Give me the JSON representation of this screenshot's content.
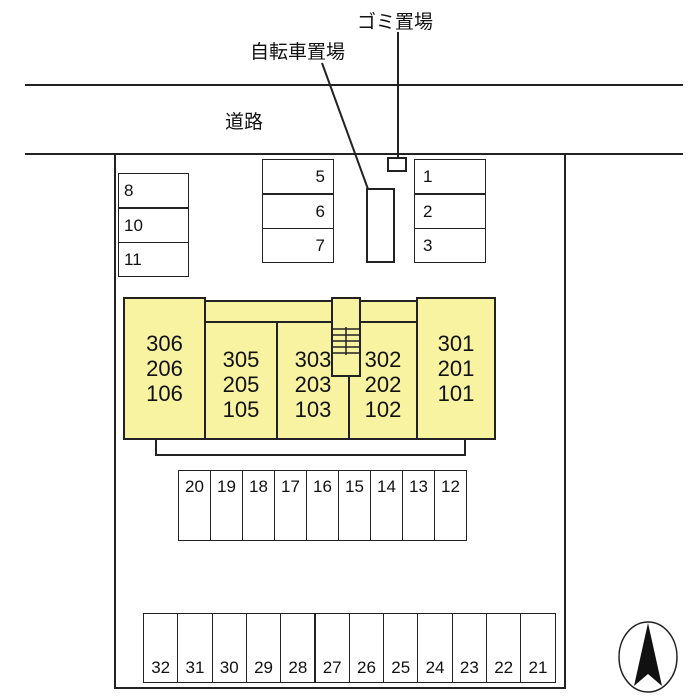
{
  "labels": {
    "garbage": "ゴミ置場",
    "bicycle": "自転車置場",
    "road": "道路"
  },
  "parking_top_left": [
    "8",
    "10",
    "11"
  ],
  "parking_top_mid": [
    "5",
    "6",
    "7"
  ],
  "parking_top_right": [
    "1",
    "2",
    "3"
  ],
  "parking_middle_row": [
    "20",
    "19",
    "18",
    "17",
    "16",
    "15",
    "14",
    "13",
    "12"
  ],
  "parking_bottom_row": [
    "32",
    "31",
    "30",
    "29",
    "28",
    "27",
    "26",
    "25",
    "24",
    "23",
    "22",
    "21"
  ],
  "units": [
    [
      "306",
      "206",
      "106"
    ],
    [
      "305",
      "205",
      "105"
    ],
    [
      "303",
      "203",
      "103"
    ],
    [
      "302",
      "202",
      "102"
    ],
    [
      "301",
      "201",
      "101"
    ]
  ],
  "colors": {
    "building": "#f8f3a0",
    "line": "#222222"
  }
}
